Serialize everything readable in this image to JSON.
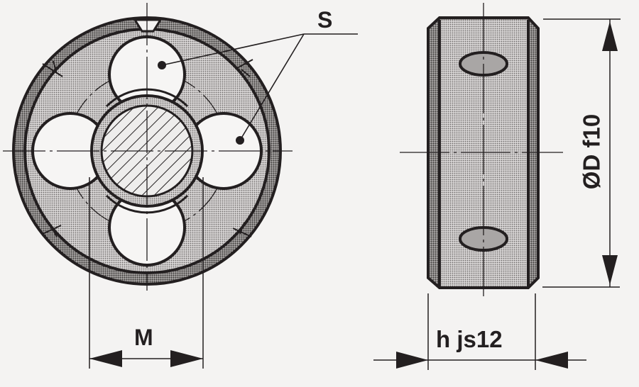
{
  "diagram": {
    "subject": "Round threading die – front view and side view",
    "colors": {
      "line": "#231f20",
      "background": "#f4f3f2",
      "body_fill": "#c9c7c6",
      "hole_fill": "#f6f5f4"
    },
    "front_view": {
      "label_flutes": "S",
      "label_thread_diameter": "M",
      "features": [
        "split slot at top",
        "4 chip/flute holes",
        "hatched threaded core",
        "4 adjusting screw recesses"
      ]
    },
    "side_view": {
      "label_outer_diameter": "ØD f10",
      "label_thickness": "h js12",
      "features": [
        "chamfered edges",
        "2 oval screw recesses",
        "center line"
      ]
    }
  }
}
